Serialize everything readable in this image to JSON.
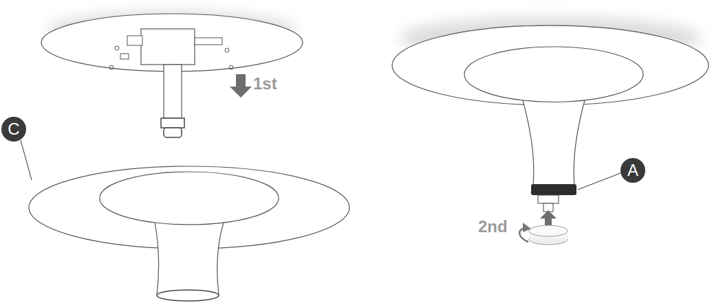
{
  "diagram": {
    "nodes": [
      {
        "text": [
          "C"
        ]
      },
      {
        "text": [
          "A"
        ]
      }
    ],
    "labels": [
      "1st",
      "2nd"
    ]
  }
}
